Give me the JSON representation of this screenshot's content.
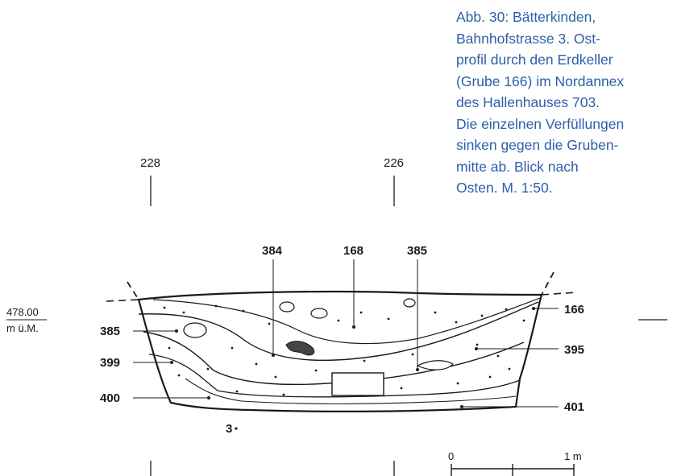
{
  "caption": {
    "lines": [
      "Abb. 30: Bätterkinden,",
      "Bahnhofstrasse 3. Ost-",
      "profil durch den Erdkeller",
      "(Grube 166) im Nordannex",
      "des Hallenhauses 703.",
      "Die einzelnen Verfüllungen",
      "sinken gegen die Gruben-",
      "mitte ab. Blick nach",
      "Osten. M. 1:50."
    ]
  },
  "grid_markers": {
    "left": "228",
    "right": "226"
  },
  "elevation": {
    "value": "478.00",
    "unit": "m ü.M."
  },
  "layers": {
    "l384": "384",
    "l168": "168",
    "l385_top": "385",
    "l166": "166",
    "l385_left": "385",
    "l395": "395",
    "l399": "399",
    "l400": "400",
    "l401": "401"
  },
  "point_marker": "3",
  "scale_bar": {
    "start": "0",
    "end": "1 m"
  }
}
